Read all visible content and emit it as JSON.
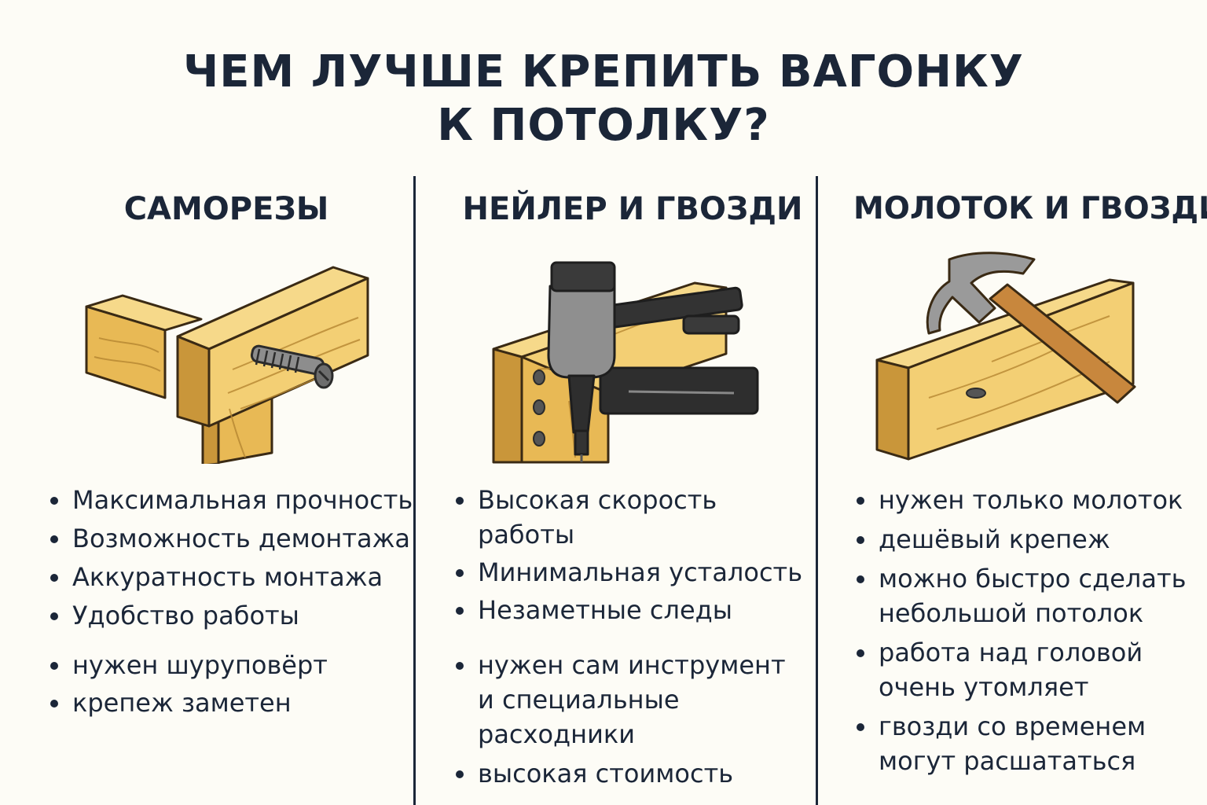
{
  "title": {
    "line1": "ЧЕМ ЛУЧШЕ КРЕПИТЬ ВАГОНКУ",
    "line2": "К ПОТОЛКУ?"
  },
  "columns": [
    {
      "heading": "САМОРЕЗЫ",
      "illustration": "wood-screw-icon",
      "pros": [
        "Максимальная прочность",
        "Возможность демонтажа",
        "Аккуратность монтажа",
        "Удобство работы"
      ],
      "cons": [
        "нужен шуруповёрт",
        "крепеж заметен"
      ]
    },
    {
      "heading": "НЕЙЛЕР И ГВОЗДИ",
      "illustration": "nail-gun-icon",
      "pros": [
        "Высокая скорость работы",
        "Минимальная усталость",
        "Незаметные следы"
      ],
      "cons": [
        "нужен сам инструмент и специальные расходники",
        "высокая стоимость"
      ]
    },
    {
      "heading": "МОЛОТОК И ГВОЗДИ",
      "illustration": "hammer-icon",
      "pros": [
        "нужен только молоток",
        "дешёвый крепеж",
        "можно быстро сделать небольшой потолок",
        "работа над головой очень утомляет",
        "гвозди со временем могут расшататься"
      ],
      "cons": []
    }
  ],
  "colors": {
    "text": "#1b2638",
    "wood_light": "#f3cf74",
    "wood_mid": "#e8b955",
    "wood_dark": "#c9963a",
    "outline": "#3a2a14",
    "metal": "#8d8d8d",
    "background": "#fdfcf6"
  }
}
